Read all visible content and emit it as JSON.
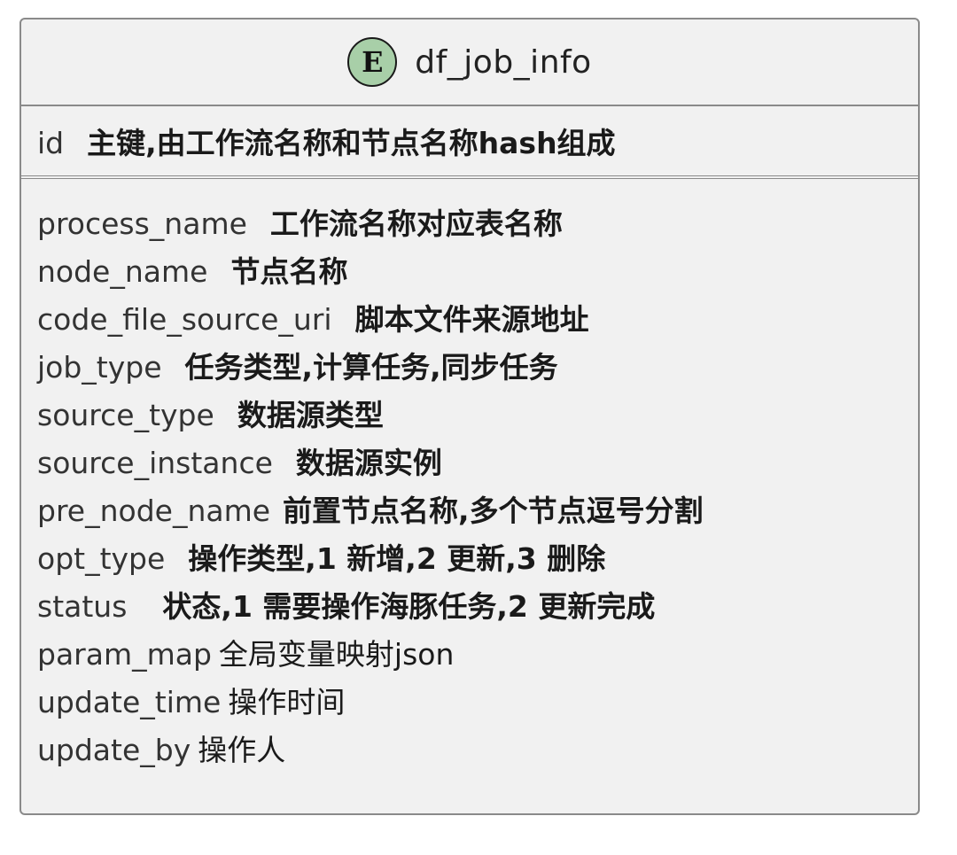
{
  "entity": {
    "badge": "E",
    "title": "df_job_info",
    "primary_key": {
      "name": "id",
      "desc": "主键,由工作流名称和节点名称hash组成"
    },
    "fields": [
      {
        "name": "process_name",
        "desc": "工作流名称对应表名称"
      },
      {
        "name": "node_name",
        "desc": "节点名称"
      },
      {
        "name": "code_file_source_uri",
        "desc": "脚本文件来源地址"
      },
      {
        "name": "job_type",
        "desc": "任务类型,计算任务,同步任务"
      },
      {
        "name": "source_type",
        "desc": "数据源类型"
      },
      {
        "name": "source_instance",
        "desc": "数据源实例"
      },
      {
        "name": "pre_node_name",
        "desc": "前置节点名称,多个节点逗号分割"
      },
      {
        "name": "opt_type",
        "desc": "操作类型,1 新增,2 更新,3 删除"
      },
      {
        "name": "status",
        "desc": "状态,1 需要操作海豚任务,2 更新完成"
      },
      {
        "name": "param_map",
        "desc": "全局变量映射json"
      },
      {
        "name": "update_time",
        "desc": "操作时间"
      },
      {
        "name": "update_by",
        "desc": "操作人"
      }
    ]
  },
  "colors": {
    "badge_fill": "#a8cfa8",
    "box_fill": "#f1f1f1",
    "border": "#8a8a8a"
  }
}
